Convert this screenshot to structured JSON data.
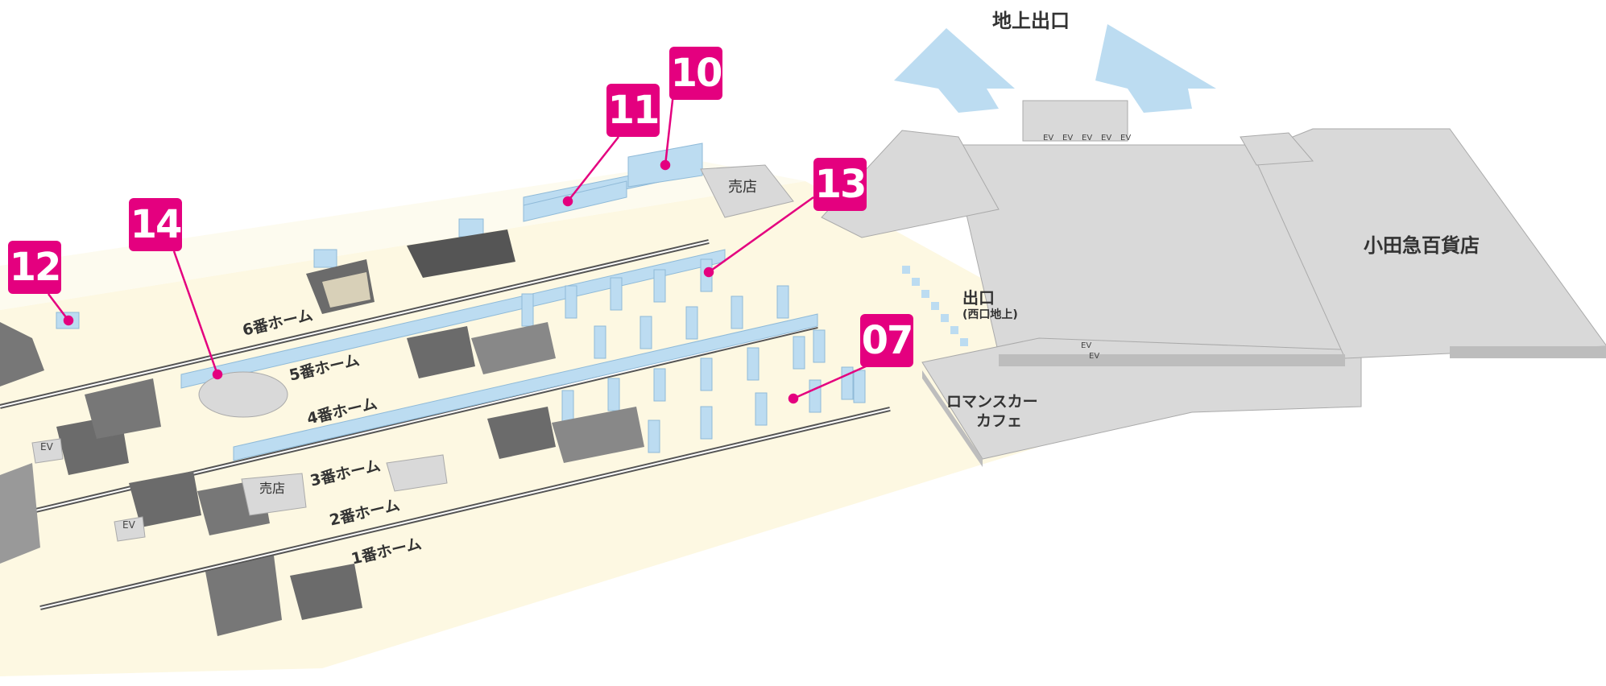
{
  "labels": {
    "ground_exit": "地上出口",
    "west_exit": "出口",
    "west_exit_note": "(西口地上)",
    "dept_store": "小田急百貨店",
    "cafe_line1": "ロマンスカー",
    "cafe_line2": "カフェ",
    "kiosk": "売店",
    "ev": "EV"
  },
  "platforms": [
    {
      "id": "6",
      "label": "6番ホーム"
    },
    {
      "id": "5",
      "label": "5番ホーム"
    },
    {
      "id": "4",
      "label": "4番ホーム"
    },
    {
      "id": "3",
      "label": "3番ホーム"
    },
    {
      "id": "2",
      "label": "2番ホーム"
    },
    {
      "id": "1",
      "label": "1番ホーム"
    }
  ],
  "markers": [
    {
      "id": "10",
      "label": "10"
    },
    {
      "id": "11",
      "label": "11"
    },
    {
      "id": "12",
      "label": "12"
    },
    {
      "id": "13",
      "label": "13"
    },
    {
      "id": "14",
      "label": "14"
    },
    {
      "id": "07",
      "label": "07"
    }
  ],
  "colors": {
    "marker": "#e4007f",
    "floor": "#fdf8e2",
    "platform_marker": "#bcdcf1",
    "structure": "#d9d9d9",
    "arrow": "#bcdcf1"
  }
}
